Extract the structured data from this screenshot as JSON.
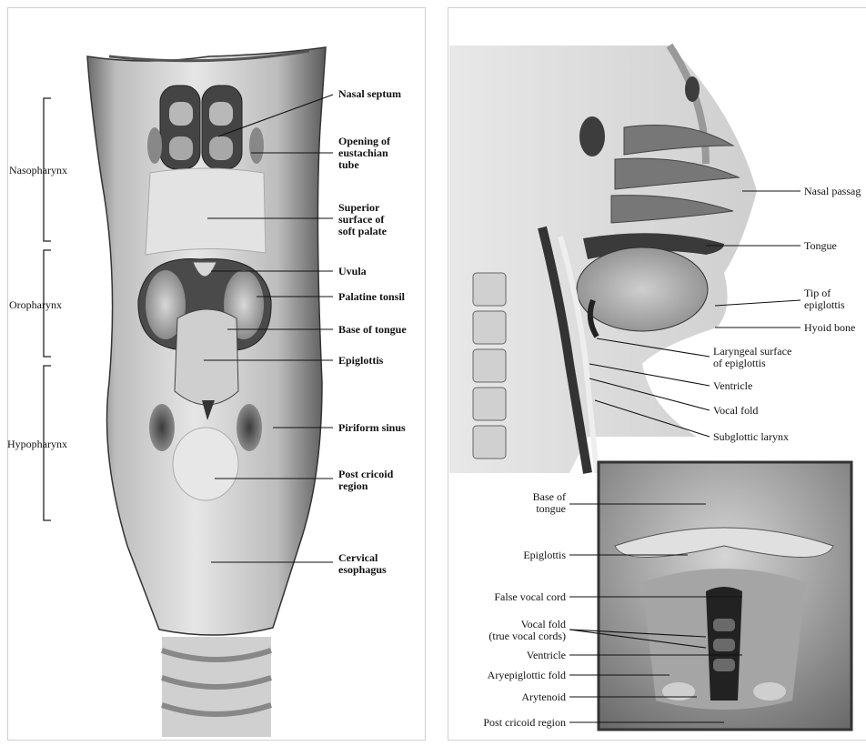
{
  "left_panel": {
    "regions": {
      "nasopharynx": "Nasopharynx",
      "oropharynx": "Oropharynx",
      "hypopharynx": "Hypopharynx"
    },
    "labels": {
      "nasal_septum": "Nasal septum",
      "eustachian": "Opening of\neustachian\ntube",
      "soft_palate": "Superior\nsurface of\nsoft palate",
      "uvula": "Uvula",
      "palatine_tonsil": "Palatine tonsil",
      "base_of_tongue": "Base of tongue",
      "epiglottis": "Epiglottis",
      "piriform_sinus": "Piriform sinus",
      "post_cricoid": "Post cricoid\nregion",
      "cervical_esophagus": "Cervical\nesophagus"
    }
  },
  "right_panel": {
    "labels": {
      "nasal_passage": "Nasal passag",
      "tongue": "Tongue",
      "tip_epiglottis": "Tip of\nepiglottis",
      "hyoid_bone": "Hyoid bone",
      "laryngeal_surface": "Laryngeal surface\nof epiglottis",
      "ventricle": "Ventricle",
      "vocal_fold": "Vocal fold",
      "subglottic": "Subglottic larynx"
    },
    "inset_labels": {
      "base_of_tongue": "Base of\ntongue",
      "epiglottis": "Epiglottis",
      "false_vocal_cord": "False vocal cord",
      "vocal_fold": "Vocal fold\n(true vocal cords)",
      "ventricle": "Ventricle",
      "aryepiglottic_fold": "Aryepiglottic fold",
      "arytenoid": "Arytenoid",
      "post_cricoid": "Post cricoid region"
    }
  }
}
